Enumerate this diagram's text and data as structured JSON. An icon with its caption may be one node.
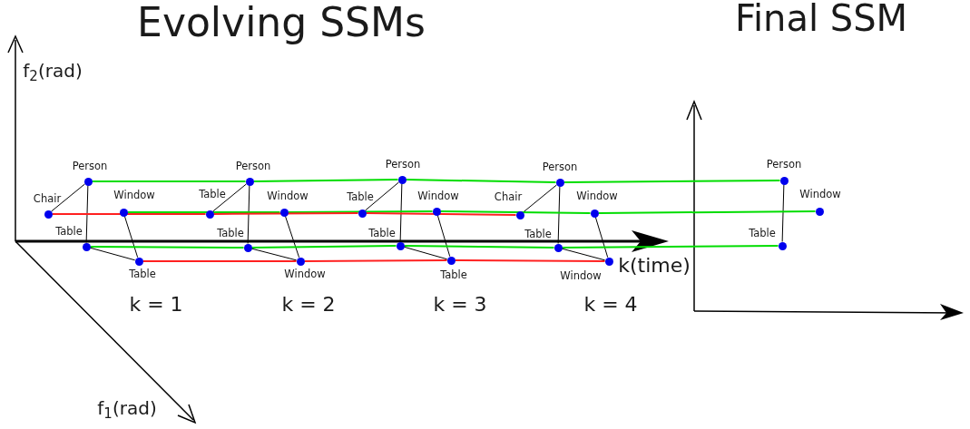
{
  "diagram": {
    "nodes": [
      {
        "text": [],
        "shape": "circle",
        "beside": [
          "Person"
        ]
      },
      {
        "text": [],
        "shape": "circle",
        "beside": [
          "Chair"
        ]
      },
      {
        "text": [],
        "shape": "circle",
        "beside": [
          "Window"
        ]
      },
      {
        "text": [],
        "shape": "circle",
        "beside": [
          "Table"
        ]
      },
      {
        "text": [],
        "shape": "circle",
        "beside": [
          "Table"
        ]
      },
      {
        "text": [],
        "shape": "circle",
        "beside": [
          "Person"
        ]
      },
      {
        "text": [],
        "shape": "circle",
        "beside": [
          "Table"
        ]
      },
      {
        "text": [],
        "shape": "circle",
        "beside": [
          "Window"
        ]
      },
      {
        "text": [],
        "shape": "circle",
        "beside": [
          "Table"
        ]
      },
      {
        "text": [],
        "shape": "circle",
        "beside": [
          "Window"
        ]
      },
      {
        "text": [],
        "shape": "circle",
        "beside": [
          "Person"
        ]
      },
      {
        "text": [],
        "shape": "circle",
        "beside": [
          "Table"
        ]
      },
      {
        "text": [],
        "shape": "circle",
        "beside": [
          "Window"
        ]
      },
      {
        "text": [],
        "shape": "circle",
        "beside": [
          "Table"
        ]
      },
      {
        "text": [],
        "shape": "circle",
        "beside": [
          "Table"
        ]
      },
      {
        "text": [],
        "shape": "circle",
        "beside": [
          "Person"
        ]
      },
      {
        "text": [],
        "shape": "circle",
        "beside": [
          "Chair"
        ]
      },
      {
        "text": [],
        "shape": "circle",
        "beside": [
          "Window"
        ]
      },
      {
        "text": [],
        "shape": "circle",
        "beside": [
          "Table"
        ]
      },
      {
        "text": [],
        "shape": "circle",
        "beside": [
          "Window"
        ]
      },
      {
        "text": [],
        "shape": "circle",
        "beside": [
          "Person"
        ]
      },
      {
        "text": [],
        "shape": "circle",
        "beside": [
          "Window"
        ]
      },
      {
        "text": [],
        "shape": "circle",
        "beside": [
          "Table"
        ]
      }
    ],
    "edges": [
      {
        "from": 1,
        "to": 0,
        "arrow": "none"
      },
      {
        "from": 0,
        "to": 3,
        "arrow": "none"
      },
      {
        "from": 2,
        "to": 4,
        "arrow": "none"
      },
      {
        "from": 3,
        "to": 4,
        "arrow": "none"
      },
      {
        "from": 6,
        "to": 5,
        "arrow": "none"
      },
      {
        "from": 5,
        "to": 8,
        "arrow": "none"
      },
      {
        "from": 7,
        "to": 9,
        "arrow": "none"
      },
      {
        "from": 8,
        "to": 9,
        "arrow": "none"
      },
      {
        "from": 11,
        "to": 10,
        "arrow": "none"
      },
      {
        "from": 10,
        "to": 13,
        "arrow": "none"
      },
      {
        "from": 12,
        "to": 14,
        "arrow": "none"
      },
      {
        "from": 13,
        "to": 14,
        "arrow": "none"
      },
      {
        "from": 16,
        "to": 15,
        "arrow": "none"
      },
      {
        "from": 15,
        "to": 18,
        "arrow": "none"
      },
      {
        "from": 17,
        "to": 19,
        "arrow": "none"
      },
      {
        "from": 18,
        "to": 19,
        "arrow": "none"
      },
      {
        "from": 20,
        "to": 22,
        "arrow": "none"
      },
      {
        "from": 0,
        "to": 5,
        "arrow": "none",
        "color": "#00dd00"
      },
      {
        "from": 5,
        "to": 10,
        "arrow": "none",
        "color": "#00dd00"
      },
      {
        "from": 10,
        "to": 15,
        "arrow": "none",
        "color": "#00dd00"
      },
      {
        "from": 15,
        "to": 20,
        "arrow": "none",
        "color": "#00dd00"
      },
      {
        "from": 2,
        "to": 7,
        "arrow": "none",
        "color": "#00dd00"
      },
      {
        "from": 7,
        "to": 12,
        "arrow": "none",
        "color": "#00dd00"
      },
      {
        "from": 12,
        "to": 17,
        "arrow": "none",
        "color": "#00dd00"
      },
      {
        "from": 17,
        "to": 21,
        "arrow": "none",
        "color": "#00dd00"
      },
      {
        "from": 3,
        "to": 8,
        "arrow": "none",
        "color": "#00dd00"
      },
      {
        "from": 8,
        "to": 13,
        "arrow": "none",
        "color": "#00dd00"
      },
      {
        "from": 13,
        "to": 18,
        "arrow": "none",
        "color": "#00dd00"
      },
      {
        "from": 18,
        "to": 22,
        "arrow": "none",
        "color": "#00dd00"
      },
      {
        "from": 1,
        "to": 6,
        "arrow": "none",
        "color": "#ff2020"
      },
      {
        "from": 6,
        "to": 11,
        "arrow": "none",
        "color": "#ff2020"
      },
      {
        "from": 11,
        "to": 16,
        "arrow": "none",
        "color": "#ff2020"
      },
      {
        "from": 4,
        "to": 9,
        "arrow": "none",
        "color": "#ff2020"
      },
      {
        "from": 9,
        "to": 14,
        "arrow": "none",
        "color": "#ff2020"
      },
      {
        "from": 14,
        "to": 19,
        "arrow": "none",
        "color": "#ff2020"
      }
    ],
    "labels": [
      "Evolving SSMs",
      "Final SSM",
      "f$_{2}$(rad)",
      "k(time)",
      "f$_{1}$(rad)",
      "k = 1",
      "k = 2",
      "k = 3",
      "k = 4"
    ]
  }
}
